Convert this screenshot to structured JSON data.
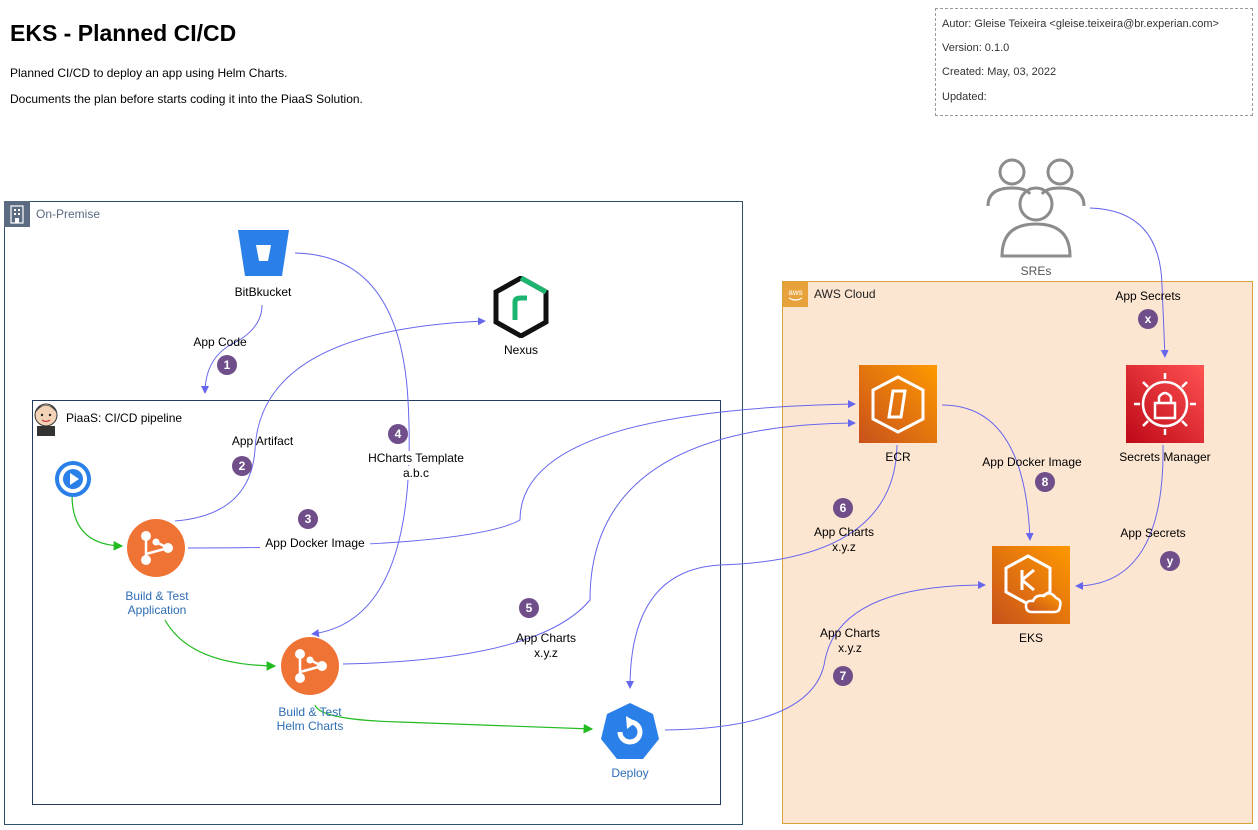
{
  "header": {
    "title": "EKS - Planned CI/CD",
    "desc1": "Planned CI/CD to deploy an app using Helm Charts.",
    "desc2": "Documents the plan before starts coding it into the PiaaS Solution."
  },
  "meta": {
    "author": "Autor: Gleise Teixeira <gleise.teixeira@br.experian.com>",
    "version": "Version: 0.1.0",
    "created": "Created: May, 03, 2022",
    "updated": "Updated:"
  },
  "groups": {
    "onprem": "On-Premise",
    "aws": "AWS Cloud",
    "piaas": "PiaaS: CI/CD pipeline"
  },
  "nodes": {
    "bitbucket": "BitBkucket",
    "nexus": "Nexus",
    "build_app_1": "Build & Test",
    "build_app_2": "Application",
    "build_helm_1": "Build & Test",
    "build_helm_2": "Helm Charts",
    "deploy": "Deploy",
    "ecr": "ECR",
    "secrets": "Secrets Manager",
    "eks": "EKS",
    "sres": "SREs"
  },
  "edges": {
    "app_code": "App Code",
    "app_artifact": "App Artifact",
    "app_docker_image": "App Docker Image",
    "hcharts_1": "HCharts Template",
    "hcharts_2": "a.b.c",
    "app_charts_5a": "App Charts",
    "app_charts_5b": "x.y.z",
    "app_charts_6a": "App Charts",
    "app_charts_6b": "x.y.z",
    "app_charts_7a": "App Charts",
    "app_charts_7b": "x.y.z",
    "app_docker_image_8": "App Docker Image",
    "app_secrets_x": "App Secrets",
    "app_secrets_y": "App Secrets"
  },
  "badges": {
    "b1": "1",
    "b2": "2",
    "b3": "3",
    "b4": "4",
    "b5": "5",
    "b6": "6",
    "b7": "7",
    "b8": "8",
    "bx": "x",
    "by": "y"
  },
  "colors": {
    "flow_arrow": "#6666ee",
    "pipeline_arrow": "#22bb22",
    "badge": "#6f4e8a",
    "aws_orange": "#e8741a",
    "secrets_red": "#d6202e",
    "jenkins_orange": "#f07336",
    "bitbucket_blue": "#2b7fe8"
  }
}
